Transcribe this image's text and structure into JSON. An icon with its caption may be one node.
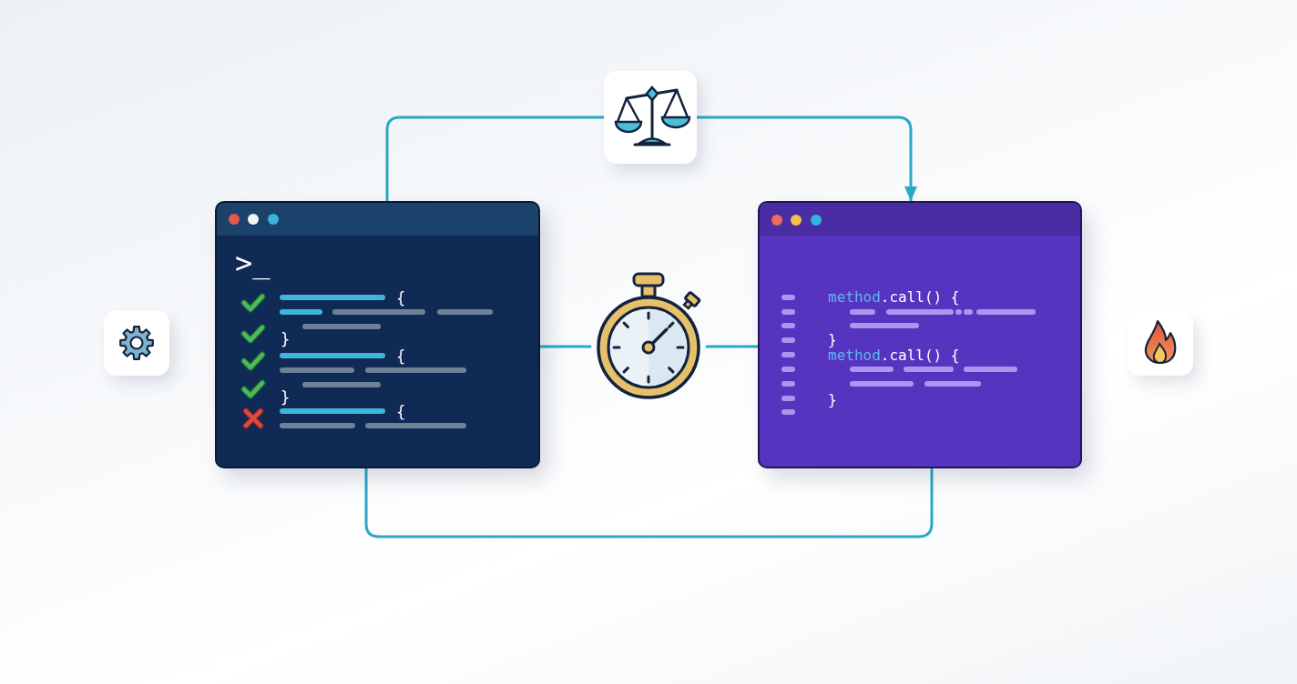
{
  "diagram": {
    "nodes": [
      {
        "text": [],
        "shape": "picture"
      },
      {
        "text": [],
        "shape": "picture"
      },
      {
        "text": [
          ">_",
          "{",
          "}",
          "{",
          "}",
          "{"
        ]
      },
      {
        "text": [],
        "shape": "picture"
      },
      {
        "text": [
          "method.call() {",
          "}",
          "method.call() {",
          "}"
        ]
      },
      {
        "text": [],
        "shape": "picture"
      }
    ],
    "edges": [
      {
        "from": 2,
        "to": 0,
        "arrow": "none"
      },
      {
        "from": 0,
        "to": 4,
        "arrow": "to"
      },
      {
        "from": 2,
        "to": 3,
        "arrow": "none"
      },
      {
        "from": 3,
        "to": 4,
        "arrow": "none"
      },
      {
        "from": 2,
        "to": 4,
        "arrow": "none"
      }
    ]
  }
}
